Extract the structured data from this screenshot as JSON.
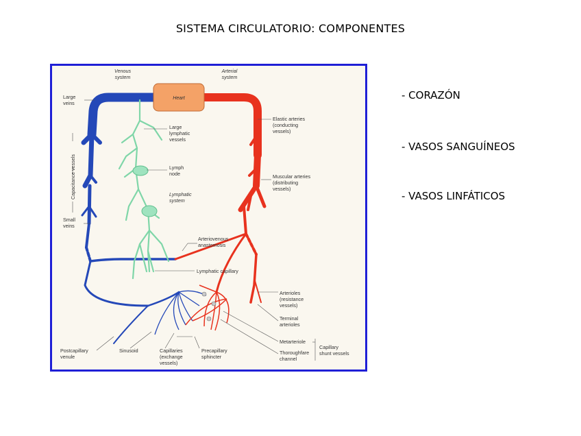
{
  "slide": {
    "title": "SISTEMA CIRCULATORIO: COMPONENTES",
    "bullets": [
      "- CORAZÓN",
      "- VASOS SANGUÍNEOS",
      "- VASOS LINFÁTICOS"
    ]
  },
  "diagram": {
    "heart": "Heart",
    "venous_system": [
      "Venous",
      "system"
    ],
    "arterial_system": [
      "Arterial",
      "system"
    ],
    "large_veins": [
      "Large",
      "veins"
    ],
    "capacitance_vessels": "Capacitance vessels",
    "small_veins": [
      "Small",
      "veins"
    ],
    "large_lymphatic_vessels": [
      "Large",
      "lymphatic",
      "vessels"
    ],
    "lymph_node": [
      "Lymph",
      "node"
    ],
    "lymphatic_system": [
      "Lymphatic",
      "system"
    ],
    "arteriovenous_anastomosis": [
      "Arteriovenous",
      "anastomosis"
    ],
    "lymphatic_capillary": "Lymphatic capillary",
    "elastic_arteries": [
      "Elastic arteries",
      "(conducting",
      "vessels)"
    ],
    "muscular_arteries": [
      "Muscular arteries",
      "(distributing",
      "vessels)"
    ],
    "arterioles": [
      "Arterioles",
      "(resistance",
      "vessels)"
    ],
    "terminal_arterioles": [
      "Terminal",
      "arterioles"
    ],
    "metarteriole": "Metarteriole",
    "thoroughfare_channel": [
      "Thoroughfare",
      "channel"
    ],
    "capillary_shunt_vessels": [
      "Capillary",
      "shunt vessels"
    ],
    "postcapillary_venule": [
      "Postcapillary",
      "venule"
    ],
    "sinusoid": "Sinusoid",
    "capillaries": [
      "Capillaries",
      "(exchange",
      "vessels)"
    ],
    "precapillary_sphincter": [
      "Precapillary",
      "sphincter"
    ]
  },
  "colors": {
    "vein": "#2448b8",
    "artery": "#e8321e",
    "lymph": "#7fd6a8",
    "heart": "#f4a267",
    "frame": "#1f1fd6"
  }
}
